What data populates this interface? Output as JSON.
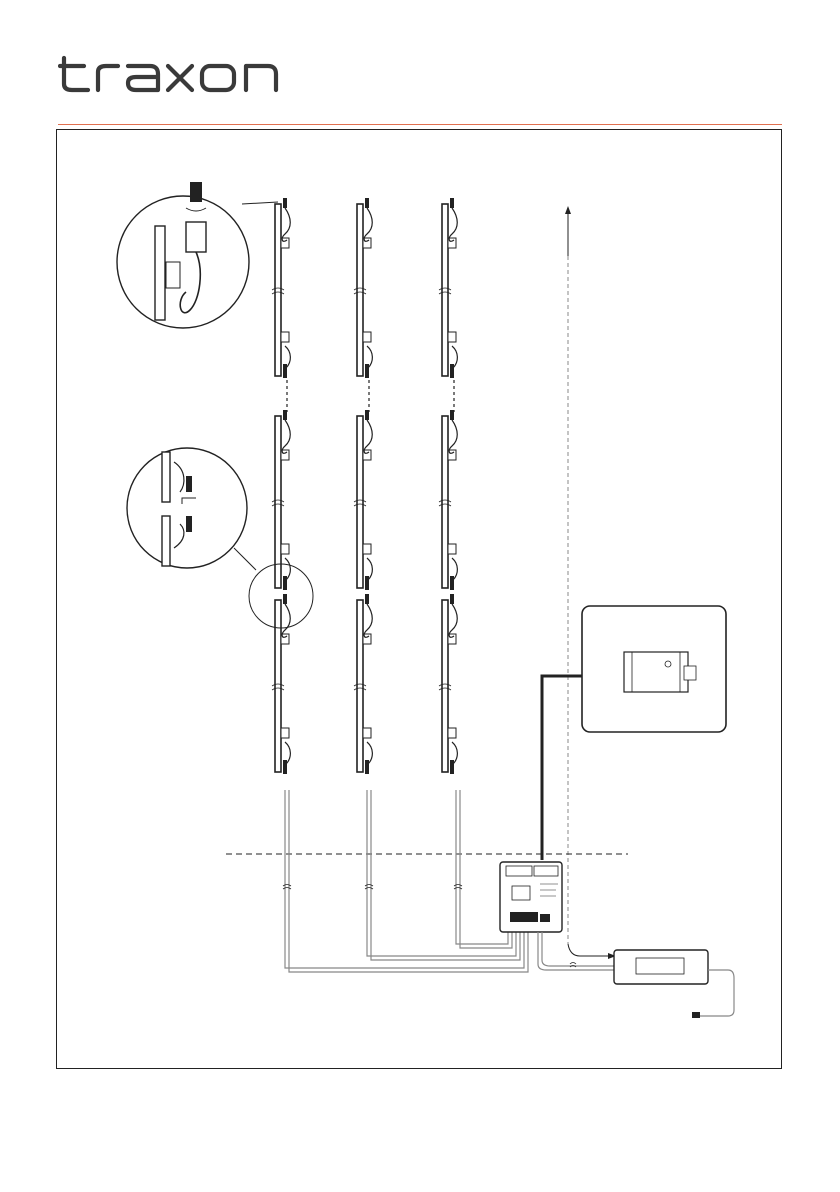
{
  "brand": {
    "logo_text": "traxon",
    "logo_color": "#3a3a3a",
    "rule_color": "#e07050"
  },
  "diagram": {
    "columns": 3,
    "rows": 3,
    "line_color": "#222222",
    "cable_color": "#888888",
    "detail_callouts": [
      "connector-detail-top",
      "connector-detail-joint"
    ],
    "devices": [
      "controller",
      "power-supply",
      "interface-module"
    ]
  }
}
